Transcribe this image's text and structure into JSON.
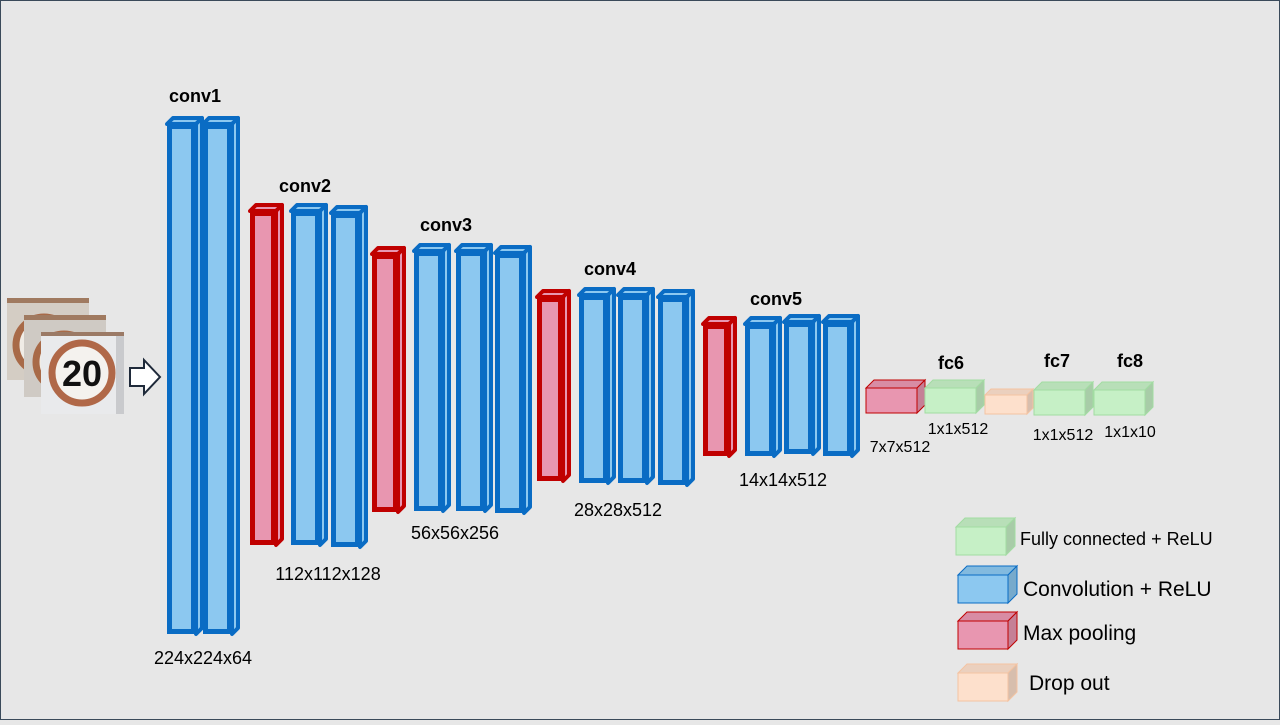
{
  "diagram": {
    "input_sign_text": "20",
    "stages": [
      {
        "title": "conv1",
        "dims": "224x224x64"
      },
      {
        "title": "conv2",
        "dims": "112x112x128"
      },
      {
        "title": "conv3",
        "dims": "56x56x256"
      },
      {
        "title": "conv4",
        "dims": "28x28x512"
      },
      {
        "title": "conv5",
        "dims": "14x14x512"
      }
    ],
    "pool5_dims": "7x7x512",
    "fc": [
      {
        "title": "fc6",
        "dims": "1x1x512"
      },
      {
        "title": "fc7",
        "dims": "1x1x512"
      },
      {
        "title": "fc8",
        "dims": "1x1x10"
      }
    ],
    "legend": [
      {
        "label": "Fully connected + ReLU",
        "kind": "fc"
      },
      {
        "label": "Convolution + ReLU",
        "kind": "conv"
      },
      {
        "label": "Max pooling",
        "kind": "pool"
      },
      {
        "label": "Drop out",
        "kind": "drop"
      }
    ],
    "colors": {
      "background": "#e7e7e7",
      "conv_fill": "#8cc8f0",
      "conv_stroke": "#0a6cc4",
      "pool_fill": "#e896b0",
      "pool_stroke": "#c00000",
      "fc_fill": "#c6f0c6",
      "fc_stroke": "#a2dca2",
      "drop_fill": "#fde0cc",
      "drop_stroke": "#f4c3a2"
    }
  }
}
